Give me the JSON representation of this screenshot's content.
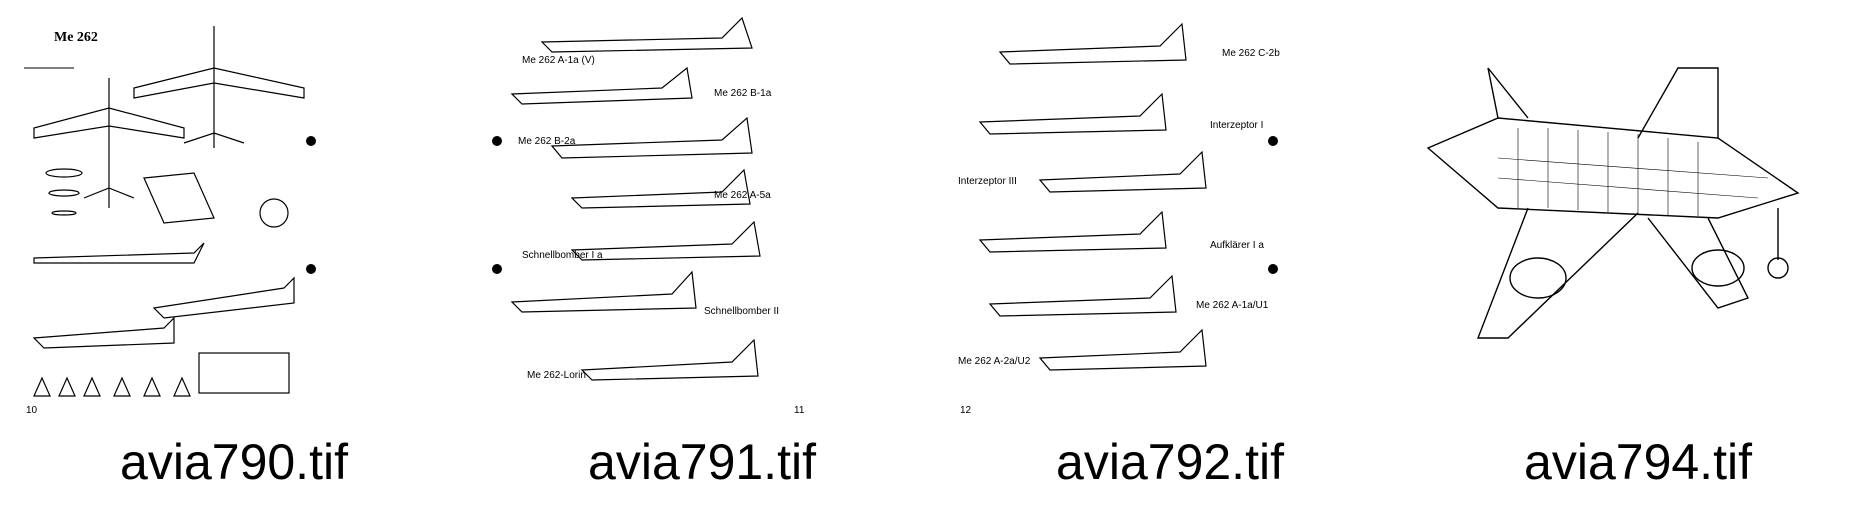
{
  "thumbnails": [
    {
      "filename": "avia790.tif",
      "page_title": "Me 262",
      "page_number": "10"
    },
    {
      "filename": "avia791.tif",
      "page_number": "11",
      "labels": [
        "Me 262 A-1a (V)",
        "Me 262 B-1a",
        "Me 262 B-2a",
        "Me 262 A-5a",
        "Schnellbomber I a",
        "Schnellbomber II",
        "Me 262-Lorin"
      ]
    },
    {
      "filename": "avia792.tif",
      "page_number": "12",
      "labels": [
        "Me 262 C-2b",
        "Interzeptor I",
        "Interzeptor III",
        "Aufklärer I a",
        "Me 262 A-1a/U1",
        "Me 262 A-2a/U2"
      ]
    },
    {
      "filename": "avia794.tif"
    }
  ]
}
